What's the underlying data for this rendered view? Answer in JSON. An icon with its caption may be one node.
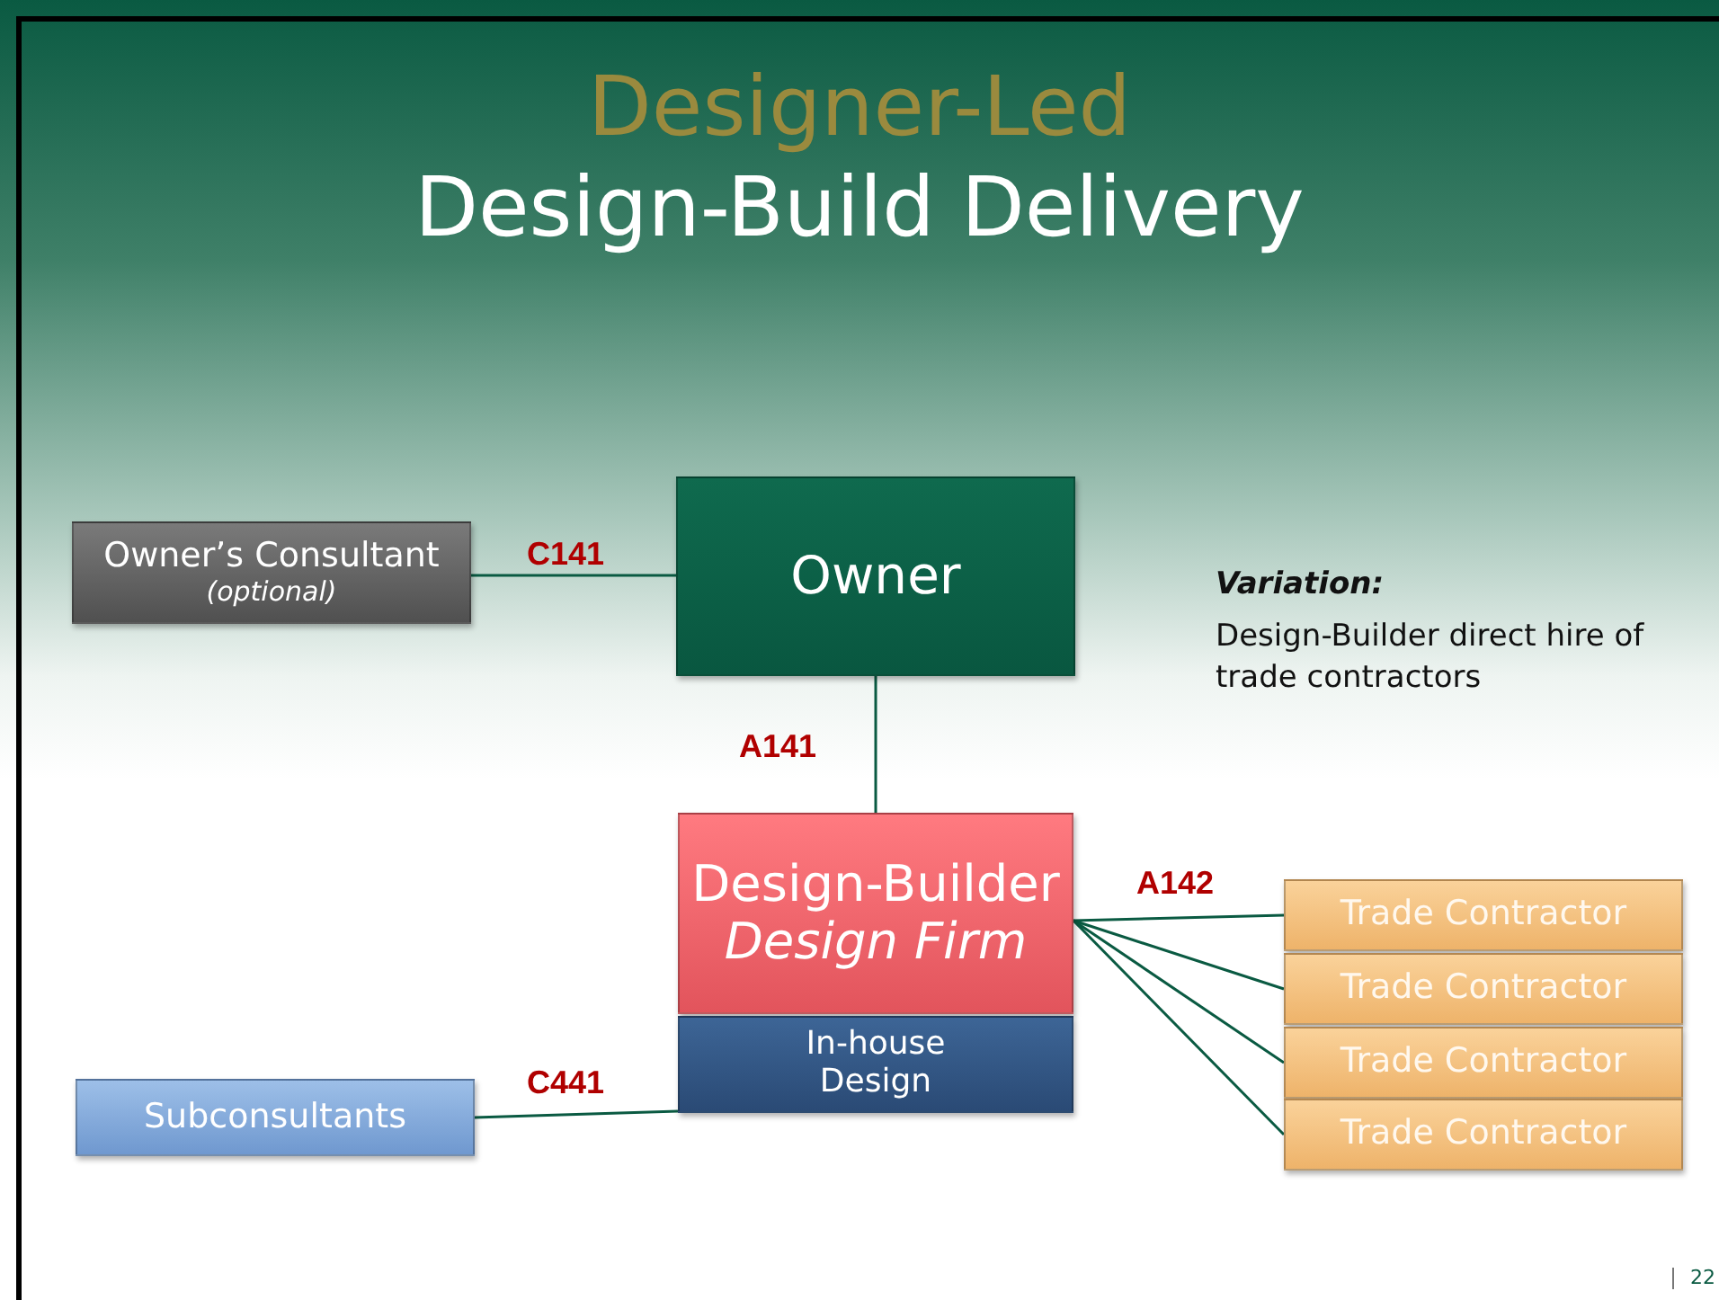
{
  "diagram": {
    "title": "Designer-Led",
    "nodes": [
      {
        "text": [
          "Owner’s Consultant",
          "(optional)"
        ]
      },
      {
        "text": [
          "Owner"
        ]
      },
      {
        "text": [
          "Design-Builder",
          "Design Firm"
        ]
      },
      {
        "text": [
          "In-house Design"
        ]
      },
      {
        "text": [
          "Subconsultants"
        ]
      },
      {
        "text": [
          "Trade Contractor"
        ]
      },
      {
        "text": [
          "Trade Contractor"
        ]
      },
      {
        "text": [
          "Trade Contractor"
        ]
      },
      {
        "text": [
          "Trade Contractor"
        ]
      }
    ],
    "edges": [
      {
        "from": 0,
        "to": 1,
        "arrow": "none",
        "label": "C141"
      },
      {
        "from": 1,
        "to": 2,
        "arrow": "none",
        "label": "A141"
      },
      {
        "from": 4,
        "to": 3,
        "arrow": "none",
        "label": "C441"
      },
      {
        "from": 2,
        "to": 5,
        "arrow": "none",
        "label": "A142"
      },
      {
        "from": 2,
        "to": 6,
        "arrow": "none"
      },
      {
        "from": 2,
        "to": 7,
        "arrow": "none"
      },
      {
        "from": 2,
        "to": 8,
        "arrow": "none"
      }
    ],
    "labels": [
      "Design-Build Delivery",
      "Variation:",
      "Design-Builder direct hire of trade contractors",
      "22"
    ]
  }
}
